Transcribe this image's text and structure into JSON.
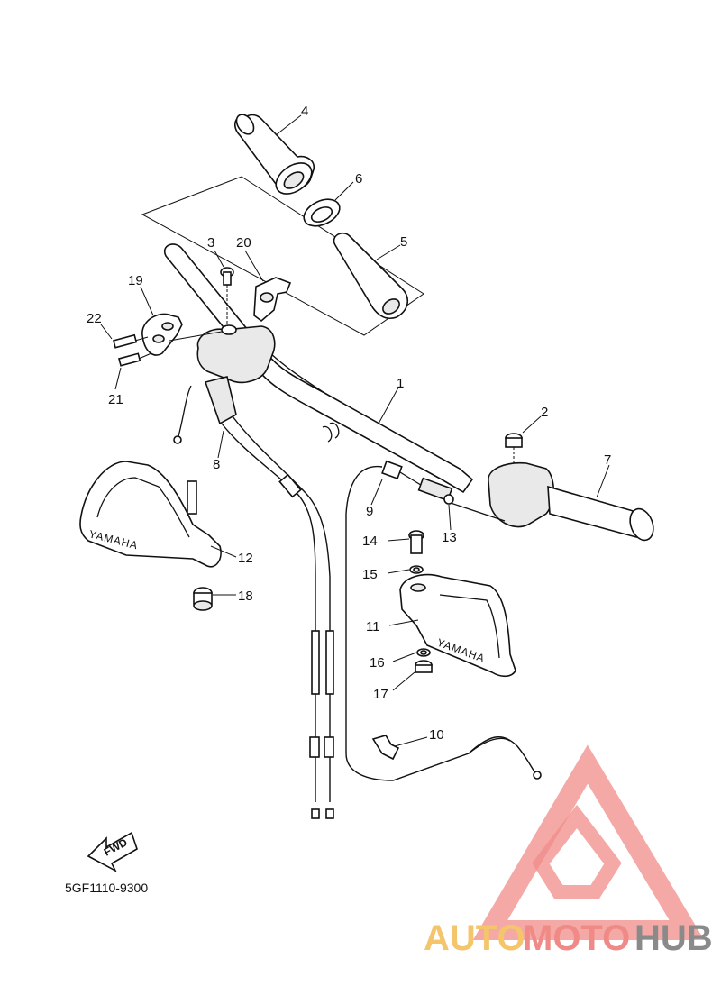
{
  "diagram": {
    "drawing_code": "5GF1110-9300",
    "fwd_label": "FWD",
    "guard_brand": "YAMAHA",
    "callouts": [
      "1",
      "2",
      "3",
      "4",
      "5",
      "6",
      "7",
      "8",
      "9",
      "10",
      "11",
      "12",
      "13",
      "14",
      "15",
      "16",
      "17",
      "18",
      "19",
      "20",
      "21",
      "22"
    ]
  },
  "watermark": {
    "part1": "AUTO",
    "part2": "MOTO",
    "part3": "HUB",
    "colors": {
      "auto": "#f5c56b",
      "moto": "#ef8a86",
      "hub": "#8a8a8a",
      "logo": "#f08c88"
    }
  }
}
